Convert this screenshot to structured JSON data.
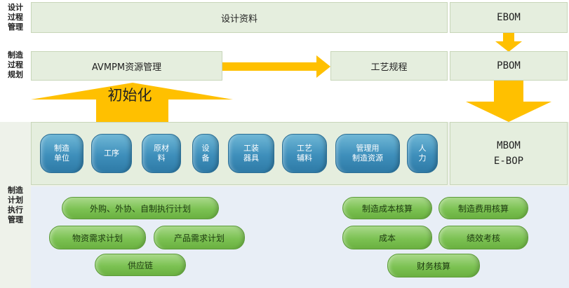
{
  "side_labels": {
    "design": "设计\n过程\n管理",
    "mfg_plan": "制造\n过程\n规划",
    "execution": "制造\n计划\n执行\n管理"
  },
  "row1": {
    "design_data": "设计资料",
    "ebom": "EBOM"
  },
  "row2": {
    "avmpm": "AVMPM资源管理",
    "process_spec": "工艺规程",
    "pbom": "PBOM"
  },
  "init_label": "初始化",
  "resources": [
    "制造\n单位",
    "工序",
    "原材\n料",
    "设\n备",
    "工装\n器具",
    "工艺\n辅料",
    "管理用\n制造资源",
    "人\n力"
  ],
  "mbom": "MBOM\nE-BOP",
  "left_pills": {
    "outsourcing": "外购、外协、自制执行计划",
    "material_demand": "物资需求计划",
    "product_demand": "产品需求计划",
    "supply_chain": "供应链"
  },
  "right_pills": {
    "mfg_cost_accounting": "制造成本核算",
    "mfg_expense_accounting": "制造费用核算",
    "cost": "成本",
    "performance": "绩效考核",
    "financial_accounting": "财务核算"
  },
  "colors": {
    "arrow": "#ffc000",
    "band": "#eef2ea",
    "box": "#e5eede",
    "blue_capsule": "#3e8fbb",
    "green_pill": "#7cc253"
  }
}
